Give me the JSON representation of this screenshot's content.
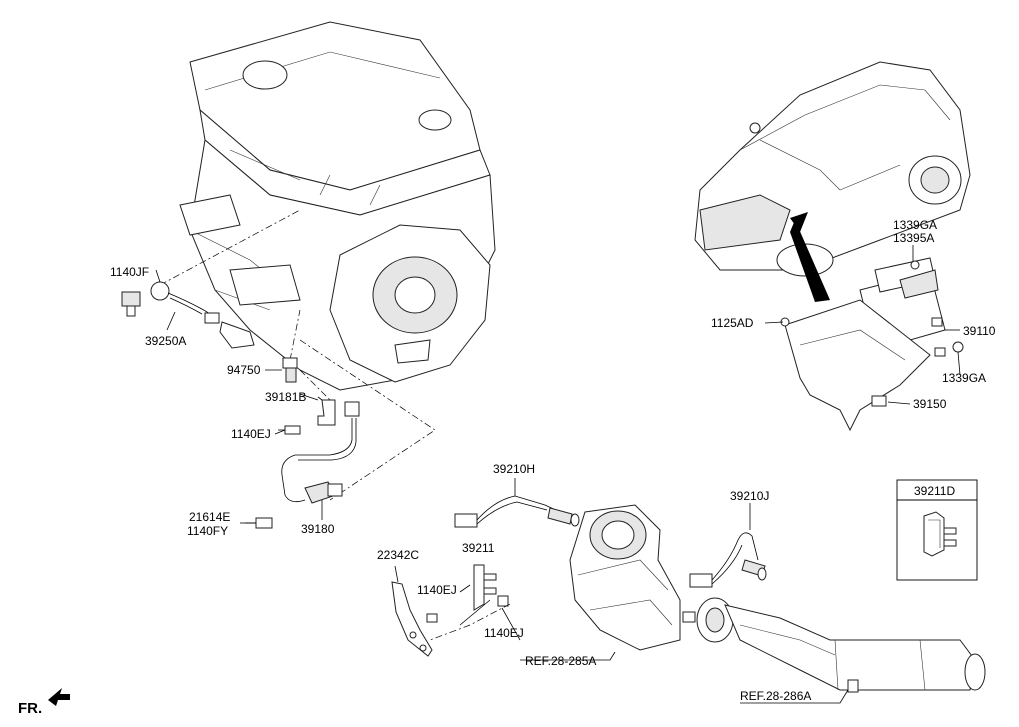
{
  "labels": {
    "p1140JF": "1140JF",
    "p39250A": "39250A",
    "p94750": "94750",
    "p39181B": "39181B",
    "p1140EJ_a": "1140EJ",
    "p21614E": "21614E",
    "p1140FY": "1140FY",
    "p39180": "39180",
    "p22342C": "22342C",
    "p39211": "39211",
    "p1140EJ_b": "1140EJ",
    "p1140EJ_c": "1140EJ",
    "p39210H": "39210H",
    "p39210J": "39210J",
    "p1339GA_top": "1339GA",
    "p13395A": "13395A",
    "p1125AD": "1125AD",
    "p39110": "39110",
    "p1339GA_right": "1339GA",
    "p39150": "39150",
    "p39211D": "39211D",
    "ref_285A": "REF.28-285A",
    "ref_286A": "REF.28-286A",
    "front": "FR."
  }
}
